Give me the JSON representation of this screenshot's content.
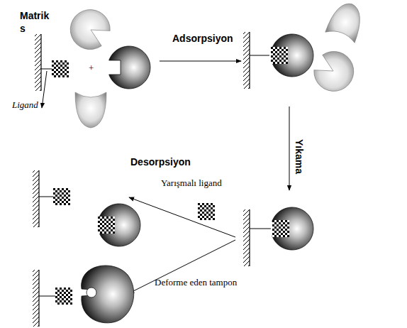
{
  "diagram": {
    "labels": [
      "Matrik s",
      "Ligand",
      "+",
      "Adsorpsiyon",
      "Yıkama",
      "Desorpsiyon",
      "Yarışmalı ligand",
      "Deforme eden tampon"
    ]
  }
}
